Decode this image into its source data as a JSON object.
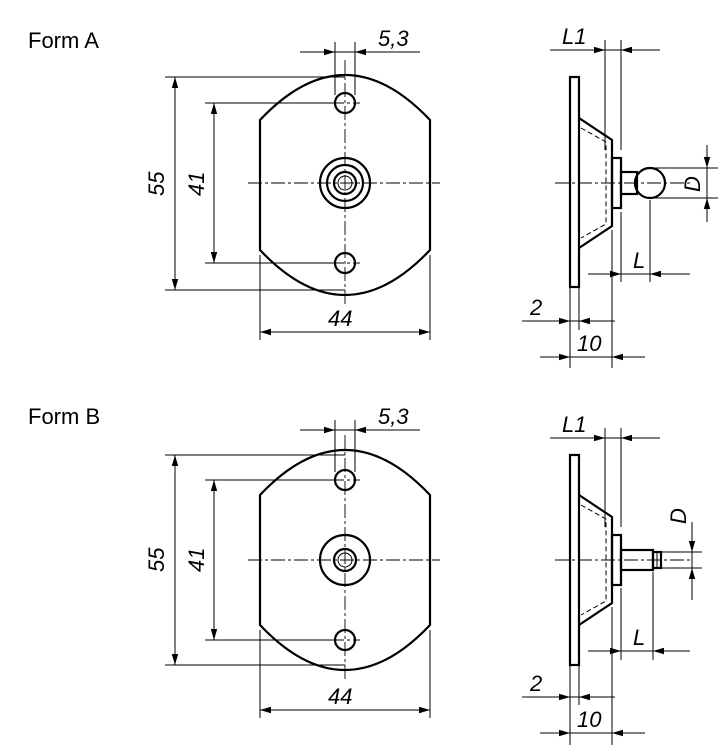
{
  "form_a": {
    "title": "Form A",
    "dim_hole": "5,3",
    "dim_height": "55",
    "dim_hole_spacing": "41",
    "dim_width": "44",
    "side_dim_l1": "L1",
    "side_dim_d": "D",
    "side_dim_l": "L",
    "side_dim_plate": "2",
    "side_dim_depth": "10"
  },
  "form_b": {
    "title": "Form B",
    "dim_hole": "5,3",
    "dim_height": "55",
    "dim_hole_spacing": "41",
    "dim_width": "44",
    "side_dim_l1": "L1",
    "side_dim_d": "D",
    "side_dim_l": "L",
    "side_dim_plate": "2",
    "side_dim_depth": "10"
  }
}
